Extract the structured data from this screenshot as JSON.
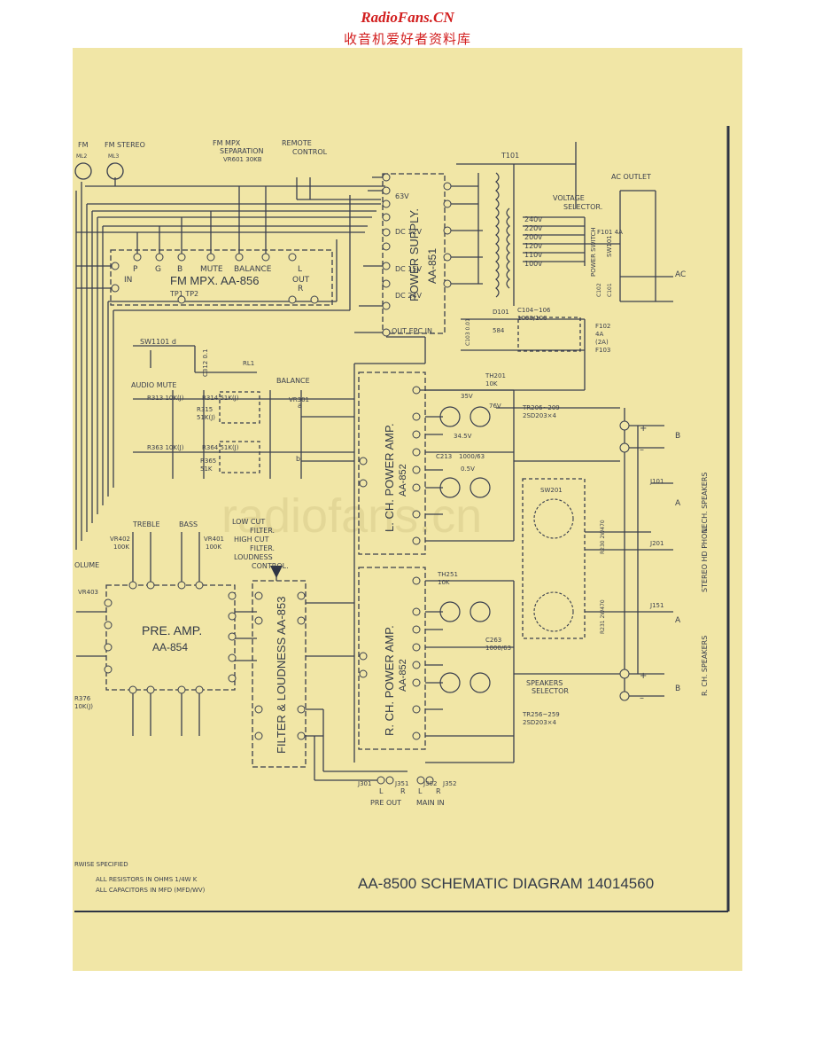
{
  "site": {
    "name": "RadioFans.CN",
    "subtitle": "收音机爱好者资料库",
    "watermark": "radiofans.cn"
  },
  "title_block": "AA-8500  SCHEMATIC  DIAGRAM  14014560",
  "notes": {
    "heading": "RWISE SPECIFIED",
    "line1": "ALL RESISTORS IN OHMS 1/4W K",
    "line2": "ALL CAPACITORS IN MFD (MFD/WV)"
  },
  "indicators": {
    "fm": "FM",
    "fm_stereo": "FM STEREO",
    "ml2": "ML2",
    "ml3": "ML3"
  },
  "fm_mpx": {
    "sep_l1": "FM MPX",
    "sep_l2": "SEPARATION",
    "vr601": "VR601 30KB",
    "remote_l1": "REMOTE",
    "remote_l2": "CONTROL",
    "label": "FM  MPX.  AA-856",
    "pins": [
      "P",
      "G",
      "B",
      "MUTE",
      "BALANCE",
      "L"
    ],
    "in": "IN",
    "out": "OUT",
    "r": "R",
    "tp": "TP1  TP2"
  },
  "power_supply": {
    "label": "POWER SUPPLY.",
    "board": "AA-851",
    "v63": "63V",
    "dc12": "DC\n12V",
    "dc15": "DC\n15V",
    "dc24": "DC\n24V",
    "out_epc": "OUT  EPC IN.",
    "t101": "T101",
    "taps": [
      "240v",
      "220v",
      "200v",
      "120v",
      "110v",
      "100v"
    ],
    "voltage_selector_l1": "VOLTAGE",
    "voltage_selector_l2": "SELECTOR.",
    "ac_outlet": "AC  OUTLET",
    "ac": "AC",
    "f101": "F101 4A",
    "power_switch": "POWER SWITCH",
    "sw101": "SW101",
    "c101": "C101",
    "c102": "C102",
    "d101": "D101",
    "c104": "C104~106",
    "c104_val": "1000/100",
    "c103": "C103  0.01",
    "s584": "584",
    "f102": "F102",
    "f102_val": "4A",
    "f102_alt": "(2A)",
    "f103": "F103"
  },
  "mute": {
    "sw1101": "SW1101  d",
    "audio_mute": "AUDIO  MUTE",
    "c3": "C312  0.1",
    "rl1": "RL1"
  },
  "balance": {
    "label": "BALANCE",
    "vr301": "VR301",
    "r313": "R313  10K(J)",
    "r314": "R314  51K(J)",
    "r315": "R315",
    "r315_val": "51K(J)",
    "r363": "R363  10K(J)",
    "r364": "R364  51K(J)",
    "r365": "R365",
    "r365_val": "51K",
    "a": "a",
    "b": "b"
  },
  "lch_amp": {
    "label": "L. CH. POWER  AMP.",
    "board": "AA-852",
    "th201": "TH201",
    "th_val": "10K",
    "tr": "TR206~209",
    "tr2": "2SD203×4",
    "c213": "C213",
    "c213_val": "1000/63",
    "v35": "35V",
    "v76": "76V",
    "v345": "34.5V",
    "v05": "0.5V"
  },
  "rch_amp": {
    "label": "R. CH. POWER  AMP.",
    "board": "AA-852",
    "th251": "TH251",
    "th_val": "10K",
    "tr": "TR256~259",
    "tr2": "2SD203×4",
    "c263": "C263",
    "c263_val": "1000/63"
  },
  "speakers": {
    "selector_l1": "SPEAKERS",
    "selector_l2": "SELECTOR",
    "sw201": "SW201",
    "j101": "J101",
    "j201": "J201",
    "j151": "J151",
    "r230": "R230  2W470",
    "r231": "R231  2W470",
    "lch": "L. CH. SPEAKERS",
    "rch": "R. CH. SPEAKERS",
    "phone": "STEREO HD PHONE",
    "a": "A",
    "b": "B",
    "plus": "+",
    "minus": "–"
  },
  "tone": {
    "treble": "TREBLE",
    "bass": "BASS",
    "vr402": "VR402",
    "vr402_val": "100K",
    "vr401": "VR401",
    "vr401_val": "100K",
    "vr403": "VR403",
    "volume": "OLUME",
    "low_cut_l1": "LOW CUT",
    "low_cut_l2": "FILTER.",
    "high_cut_l1": "HIGH CUT",
    "high_cut_l2": "FILTER.",
    "loudness_l1": "LOUDNESS",
    "loudness_l2": "CONTROL."
  },
  "pre_amp": {
    "label": "PRE. AMP.",
    "board": "AA-854",
    "filter": "FILTER & LOUDNESS AA-853",
    "r376": "R376",
    "r376_val": "10K(J)"
  },
  "jacks": {
    "j301": "J301",
    "j351": "J351",
    "j302": "J302",
    "j352": "J352",
    "l": "L",
    "r": "R",
    "pre_out": "PRE  OUT",
    "main_in": "MAIN  IN"
  }
}
